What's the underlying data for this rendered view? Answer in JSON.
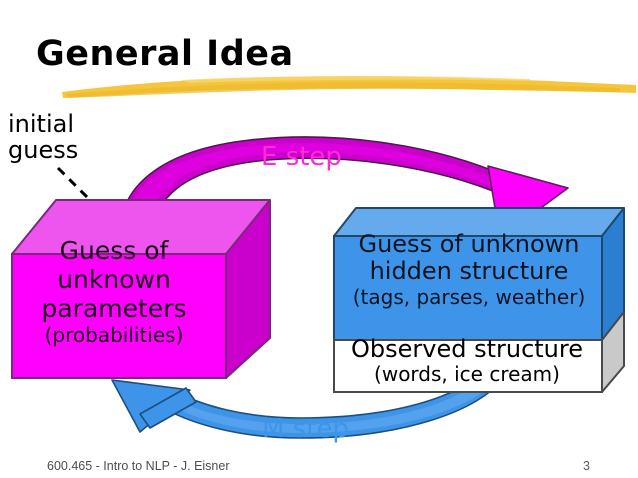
{
  "slide": {
    "title": "General Idea",
    "footer": "600.465 - Intro to NLP - J. Eisner",
    "number": "3"
  },
  "annotations": {
    "initial_guess_line1": "initial",
    "initial_guess_line2": "guess",
    "e_step_label": "E step",
    "m_step_label": "M step"
  },
  "parameters_box": {
    "line1": "Guess of",
    "line2": "unknown",
    "line3": "parameters",
    "subtitle": "(probabilities)"
  },
  "structure_box": {
    "hidden_line1": "Guess of unknown",
    "hidden_line2": "hidden structure",
    "hidden_subtitle": "(tags, parses, weather)",
    "observed_line1": "Observed structure",
    "observed_subtitle": "(words, ice cream)"
  },
  "colors": {
    "magenta_front": "#ff00ff",
    "magenta_top": "#ee55ee",
    "magenta_side": "#cc00cc",
    "magenta_outline": "#7a2a7a",
    "arrow_magenta": "#cc00cc",
    "arrow_magenta_light": "#ff2bd6",
    "blue_front": "#3d94e8",
    "blue_top": "#66aaee",
    "blue_side": "#2b7fd1",
    "blue_outline": "#20486b",
    "white_front": "#ffffff",
    "white_side": "#c9c9c9",
    "arrow_blue": "#3d94e8",
    "arrow_blue_dark": "#2e7fcc",
    "title_underline": "#f5c53d",
    "footer_gray": "#4d4d4d"
  }
}
